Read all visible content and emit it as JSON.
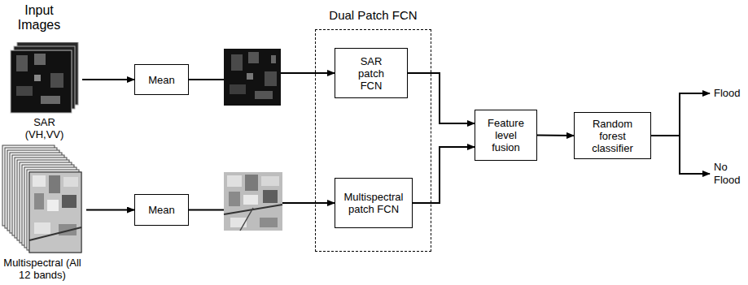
{
  "diagram": {
    "nodes": [
      {
        "text": [
          "SAR (VH,VV)"
        ]
      },
      {
        "text": [
          "Mean"
        ]
      },
      {
        "text": [
          "Dual Patch FCN"
        ]
      },
      {
        "text": [
          "SAR patch FCN"
        ],
        "in": 2
      },
      {
        "text": [
          "Multispectral (All 12 bands)"
        ]
      },
      {
        "text": [
          "Mean"
        ]
      },
      {
        "text": [
          "Multispectral patch FCN"
        ],
        "in": 2
      },
      {
        "text": [
          "Feature level fusion"
        ]
      },
      {
        "text": [
          "Random forest classifier"
        ]
      }
    ],
    "edges": [
      {
        "from": 0,
        "to": 1,
        "arrow": "to"
      },
      {
        "from": 1,
        "to": 3,
        "arrow": "to"
      },
      {
        "from": 4,
        "to": 5,
        "arrow": "to"
      },
      {
        "from": 5,
        "to": 6,
        "arrow": "to"
      },
      {
        "from": 3,
        "to": 7,
        "arrow": "to"
      },
      {
        "from": 6,
        "to": 7,
        "arrow": "to"
      },
      {
        "from": 7,
        "to": 8,
        "arrow": "to"
      }
    ],
    "labels": [
      "Input Images",
      "Flood",
      "No Flood"
    ]
  }
}
